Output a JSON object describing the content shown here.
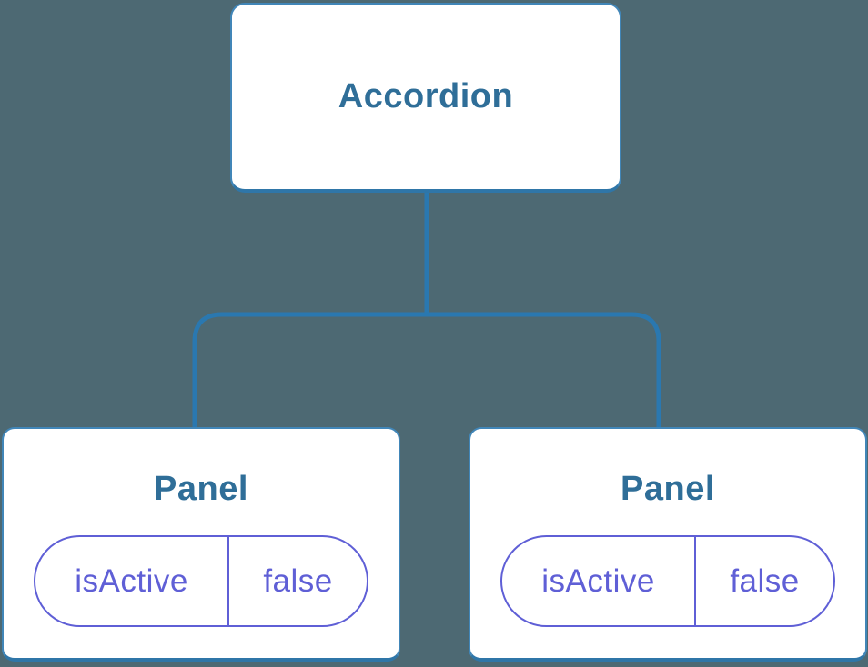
{
  "diagram": {
    "root": {
      "label": "Accordion"
    },
    "children": [
      {
        "label": "Panel",
        "state": {
          "key": "isActive",
          "value": "false"
        }
      },
      {
        "label": "Panel",
        "state": {
          "key": "isActive",
          "value": "false"
        }
      }
    ]
  },
  "colors": {
    "bg": "#4D6973",
    "line": "#2A78B0",
    "node-bg": "#FFFFFF",
    "node-border": "#4186B8",
    "node-border-bottom": "#2F76A8",
    "title": "#2F6E98",
    "state": "#5F5FD6"
  }
}
